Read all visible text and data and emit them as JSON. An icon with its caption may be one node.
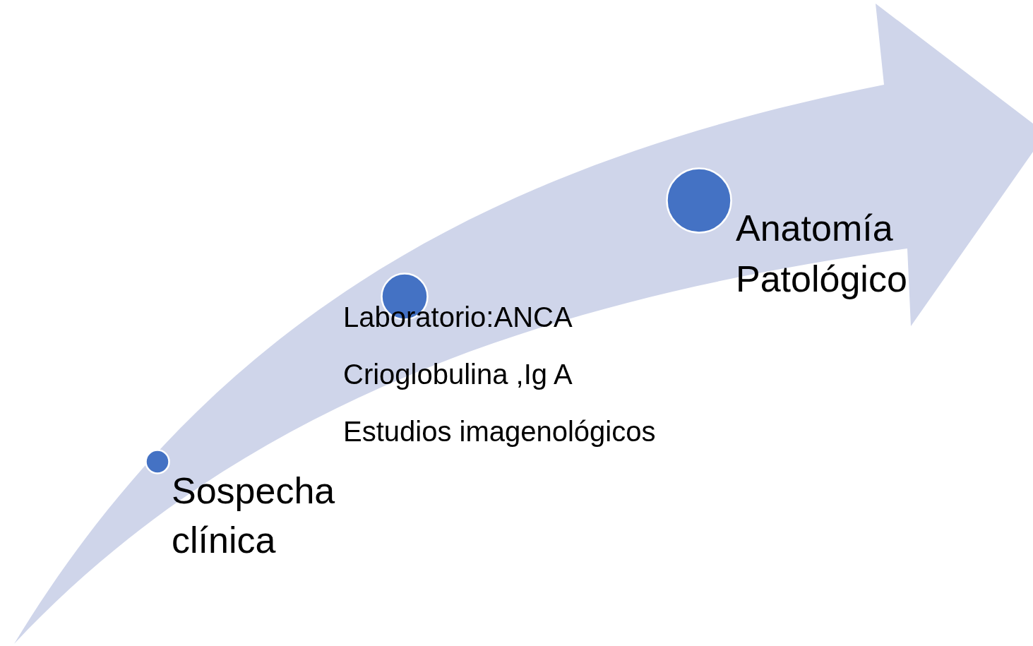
{
  "diagram": {
    "nodes": [
      {
        "text": [],
        "shape": "circle",
        "beside": [
          "Sospecha clínica"
        ]
      },
      {
        "text": [],
        "shape": "circle",
        "beside": [
          "Laboratorio:ANCA",
          "Crioglobulina ,Ig A",
          "Estudios imagenológicos"
        ]
      },
      {
        "text": [],
        "shape": "circle",
        "beside": [
          "Anatomía Patológico"
        ]
      }
    ]
  }
}
